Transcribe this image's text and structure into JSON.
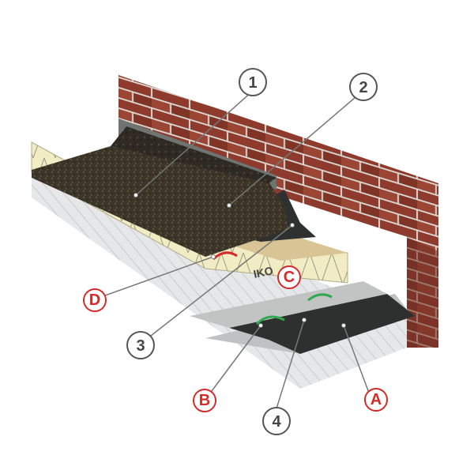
{
  "diagram": {
    "brand_text": "IKO",
    "colors": {
      "numbered_stroke": "#555555",
      "numbered_text": "#444444",
      "lettered_stroke": "#d42a2a",
      "lettered_text": "#d42a2a",
      "leader_line": "#777777",
      "brick": "#8e3b2d",
      "mortar": "#d8d4ce",
      "insulation": "#f1ecc4",
      "concrete": "#e6e7e8",
      "membrane_dark": "#2e3030",
      "gravel": "#3b3427"
    },
    "callouts": [
      {
        "id": "1",
        "kind": "numbered"
      },
      {
        "id": "2",
        "kind": "numbered"
      },
      {
        "id": "3",
        "kind": "numbered"
      },
      {
        "id": "4",
        "kind": "numbered"
      },
      {
        "id": "A",
        "kind": "lettered"
      },
      {
        "id": "B",
        "kind": "lettered"
      },
      {
        "id": "C",
        "kind": "lettered"
      },
      {
        "id": "D",
        "kind": "lettered"
      }
    ]
  }
}
